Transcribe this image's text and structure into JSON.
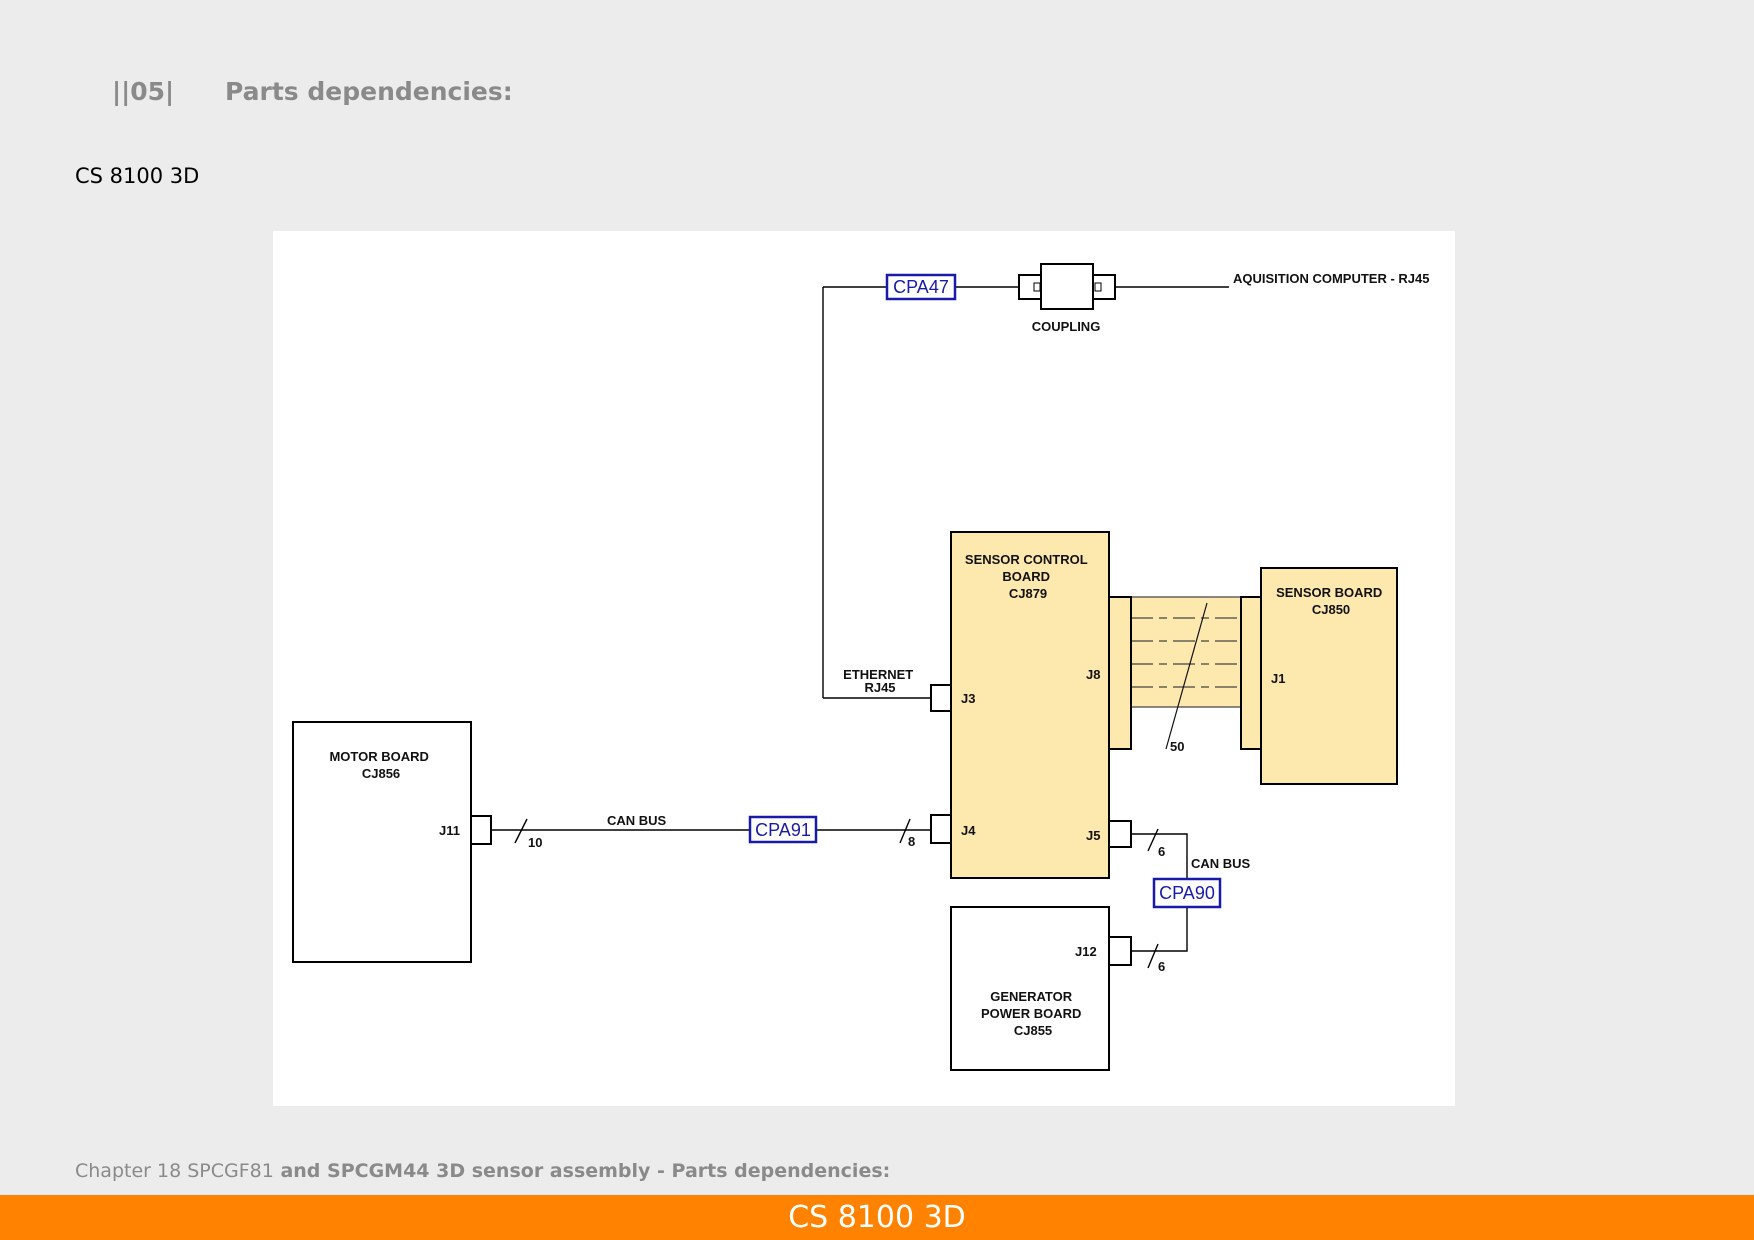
{
  "header": {
    "section_number": "||05|",
    "title": "Parts dependencies:"
  },
  "subtitle": "CS 8100 3D",
  "diagram": {
    "cpa47": "CPA47",
    "cpa91": "CPA91",
    "cpa90": "CPA90",
    "coupling": "COUPLING",
    "acquisition": "AQUISITION COMPUTER - RJ45",
    "sensor_control_board": [
      "SENSOR CONTROL",
      "BOARD",
      "CJ879"
    ],
    "sensor_board": [
      "SENSOR BOARD",
      "CJ850"
    ],
    "motor_board": [
      "MOTOR BOARD",
      "CJ856"
    ],
    "generator_board": [
      "GENERATOR",
      "POWER BOARD",
      "CJ855"
    ],
    "ethernet": [
      "ETHERNET",
      "RJ45"
    ],
    "j3": "J3",
    "j4": "J4",
    "j5": "J5",
    "j8": "J8",
    "j1": "J1",
    "j11": "J11",
    "j12": "J12",
    "can_bus_left": "CAN BUS",
    "can_bus_right": "CAN BUS",
    "wire_10": "10",
    "wire_8": "8",
    "wire_6a": "6",
    "wire_6b": "6",
    "wire_50": "50",
    "colors": {
      "board_fill": "#fde9ad",
      "cpa_blue": "#1a1aa8"
    }
  },
  "footer": {
    "caption_plain": "Chapter 18 SPCGF81",
    "caption_bold": " and SPCGM44 3D sensor assembly - Parts dependencies:",
    "bar_text": "CS 8100 3D"
  }
}
